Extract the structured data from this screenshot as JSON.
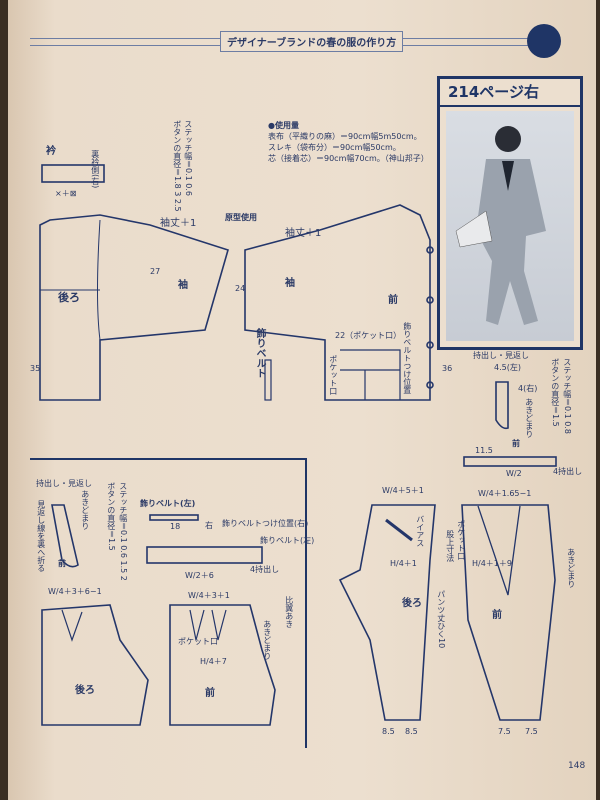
{
  "header": {
    "title": "デザイナーブランドの春の服の作り方"
  },
  "photo": {
    "title": "214ページ右"
  },
  "materials": {
    "heading": "●使用量",
    "lines": [
      "表布（平織りの麻）＝90cm幅5m50cm。",
      "スレキ（袋布分）＝90cm幅50cm。",
      "芯（接着芯）＝90cm幅70cm。（神山邦子）"
    ]
  },
  "jacket": {
    "collar": "衿",
    "collar_note": "裏衿側(右)",
    "collar_width": "×＋⊠",
    "stitch_note": "ステッチ幅＝0.1 0.6",
    "button_note": "ボタンの直径＝1.8 3 2.5",
    "base_pattern": "原型使用",
    "sleeve_length_back": "袖丈＋1",
    "sleeve_length_front": "袖丈＋1",
    "sleeve_back": "袖",
    "sleeve_front": "袖",
    "back": "後ろ",
    "front": "前",
    "belt": "飾りベルト",
    "pocket_opening": "22（ポケット口）",
    "pocket_label": "ポケット口",
    "belt_position": "飾りベルトつけ位置",
    "m35": "35",
    "m24": "24",
    "m27": "27",
    "m36": "36"
  },
  "placket_right": {
    "title": "持出し・見返し",
    "left": "4.5(左)",
    "right": "4(右)",
    "stop": "あきどまり",
    "stitch": "ステッチ幅＝0.1 0.8",
    "button": "ボタンの直径＝1.5",
    "front": "前",
    "waist": "W/2",
    "extension": "4持出し",
    "m115": "11.5"
  },
  "skirt": {
    "placket_title": "持出し・見返し",
    "fold_note": "見返し線を裏へ折る",
    "stop": "あきどまり",
    "front_small": "前",
    "stitch": "ステッチ幅＝0.1 0.6 1.5 2",
    "button": "ボタンの直径＝1.5",
    "belt_left": "飾りベルト(左)",
    "belt_len": "18",
    "belt_pos_right": "飾りベルトつけ位置(右)",
    "belt_left2": "飾りベルト(左)",
    "right": "右",
    "waistband": "W/2＋6",
    "extension": "4持出し",
    "back_waist": "W/4＋3＋6−1",
    "front_waist": "W/4＋3＋1",
    "back": "後ろ",
    "front": "前",
    "pocket": "ポケット口",
    "hip": "H/4＋7",
    "stop2": "あきどまり",
    "fly": "比翼あき"
  },
  "pants": {
    "back_waist": "W/4＋5＋1",
    "bias": "バイアス",
    "back_hip": "H/4＋1",
    "back": "後ろ",
    "rise": "股上寸法",
    "length": "パンツ丈ひく10",
    "front_waist": "W/4＋1.65−1",
    "pocket": "ポケット口",
    "front_hip": "H/4＋1＋9",
    "front": "前",
    "stop": "あきどまり",
    "m85a": "8.5",
    "m85b": "8.5",
    "m75a": "7.5",
    "m75b": "7.5"
  },
  "page_number": "148"
}
